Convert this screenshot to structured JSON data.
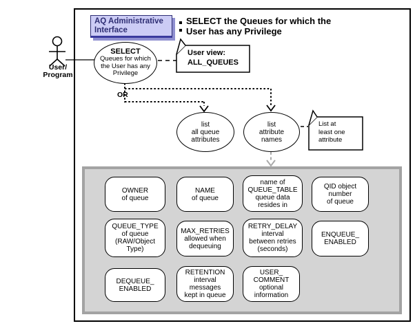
{
  "header": {
    "module_label": "AQ Administrative\nInterface",
    "bullet_text": "SELECT the Queues for which the\nUser has any Privilege"
  },
  "actor": {
    "label": "User/\nProgram"
  },
  "use_cases": {
    "select_title": "SELECT",
    "select_body": "Queues for which\nthe User has any\nPrivilege",
    "or_label": "OR",
    "list_all_queue_attributes": "list\nall queue\nattributes",
    "list_attribute_names": "list\nattribute\nnames"
  },
  "notes": {
    "user_view": "User view:\nALL_QUEUES",
    "min_attribute": "List at\nleast one\nattribute"
  },
  "panel": {
    "boxes": [
      {
        "label": "OWNER\nof queue"
      },
      {
        "label": "NAME\nof queue"
      },
      {
        "label": "name of\nQUEUE_TABLE\nqueue data\nresides in"
      },
      {
        "label": "QID object\nnumber\nof queue"
      },
      {
        "label": "QUEUE_TYPE\nof queue\n(RAW/Object\nType)"
      },
      {
        "label": "MAX_RETRIES\nallowed when\ndequeuing"
      },
      {
        "label": "RETRY_DELAY\ninterval\nbetween retries\n(seconds)"
      },
      {
        "label": "ENQUEUE_\nENABLED"
      },
      {
        "label": "DEQUEUE_\nENABLED"
      },
      {
        "label": "RETENTION\ninterval\nmessages\nkept in queue"
      },
      {
        "label": "USER_\nCOMMENT\noptional\ninformation"
      }
    ]
  },
  "colors": {
    "title-fill": "#ccccf5",
    "title-text": "#2e2e73",
    "title-shadow": "#8f8fd0",
    "panel-fill": "#d4d4d4",
    "panel-border": "#a3a3a3",
    "gray-arrow": "#aaaaaa"
  }
}
